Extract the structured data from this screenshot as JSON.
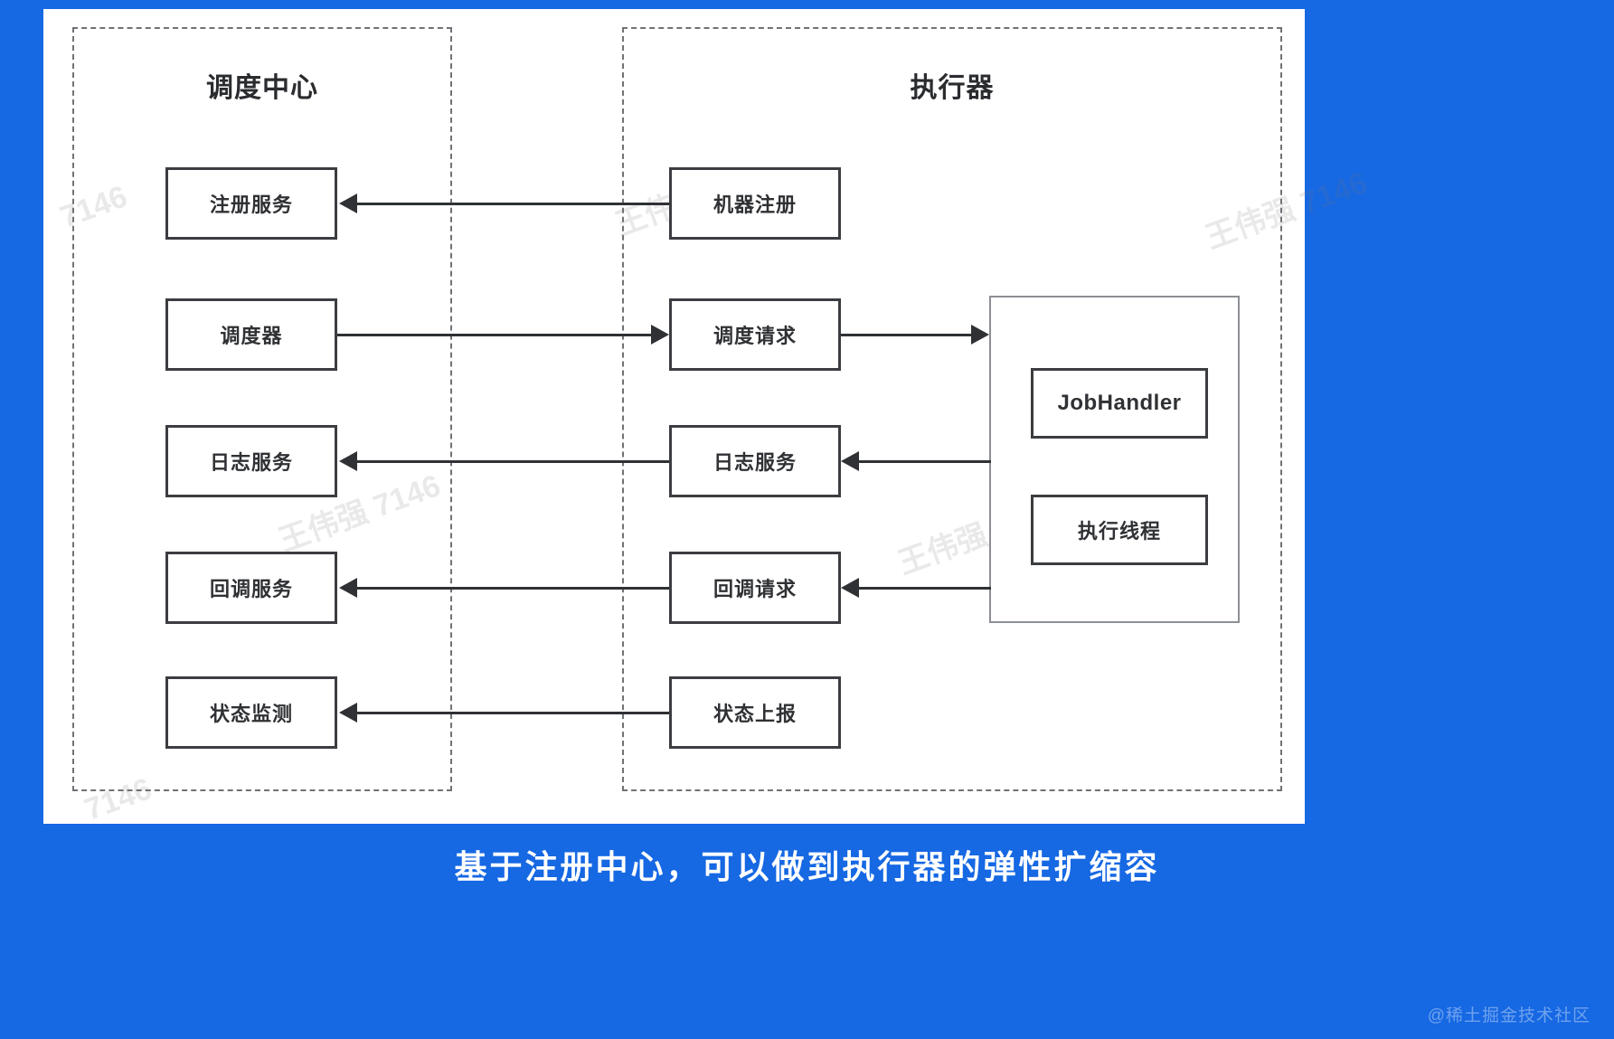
{
  "theme": {
    "background_blue": "#1668e3",
    "canvas_white": "#ffffff",
    "box_border": "#3b3d41",
    "panel_border": "#6f7276",
    "line_color": "#2f3134"
  },
  "panels": [
    {
      "id": "scheduling-center",
      "title": "调度中心"
    },
    {
      "id": "executor",
      "title": "执行器"
    }
  ],
  "rows": [
    {
      "left_label": "注册服务",
      "right_label": "机器注册",
      "direction": "left",
      "description": "机器注册 指向 注册服务"
    },
    {
      "left_label": "调度器",
      "right_label": "调度请求",
      "direction": "right",
      "description": "调度器 指向 调度请求 再指向 执行器容器"
    },
    {
      "left_label": "日志服务",
      "right_label": "日志服务",
      "direction": "left",
      "description": "执行器容器 指向 日志服务 再指向 调度中心日志服务"
    },
    {
      "left_label": "回调服务",
      "right_label": "回调请求",
      "direction": "left",
      "description": "执行器容器 指向 回调请求 再指向 回调服务"
    },
    {
      "left_label": "状态监测",
      "right_label": "状态上报",
      "direction": "left",
      "description": "状态上报 指向 状态监测"
    }
  ],
  "executor_container": {
    "children": [
      {
        "label": "JobHandler"
      },
      {
        "label": "执行线程"
      }
    ]
  },
  "watermarks": [
    {
      "text": "7146"
    },
    {
      "text": "王伟强"
    },
    {
      "text": "王伟强 7146"
    },
    {
      "text": "王伟强 7146"
    },
    {
      "text": "王伟强 7146"
    },
    {
      "text": "7146"
    },
    {
      "text": "王伟强 7146"
    }
  ],
  "caption": "基于注册中心，可以做到执行器的弹性扩缩容",
  "credit": "@稀土掘金技术社区"
}
